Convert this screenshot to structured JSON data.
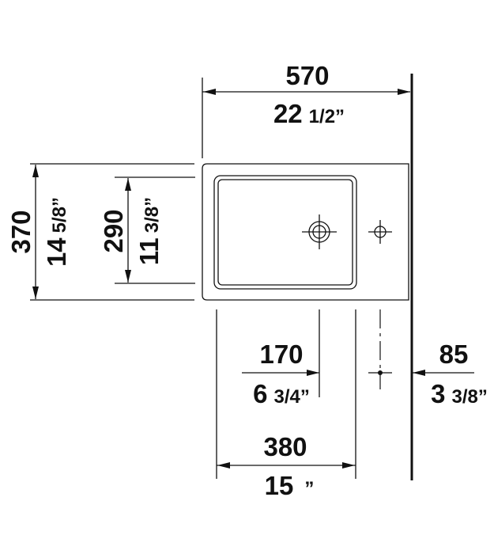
{
  "dimensions": {
    "total_width": {
      "mm": "570",
      "inch_whole": "22",
      "inch_frac": "1/2”"
    },
    "total_depth": {
      "mm": "370",
      "inch_whole": "14",
      "inch_frac": "5/8”"
    },
    "bowl_depth": {
      "mm": "290",
      "inch_whole": "11",
      "inch_frac": "3/8”"
    },
    "tap_offset": {
      "mm": "170",
      "inch_whole": "6",
      "inch_frac": "3/4”"
    },
    "side_offset": {
      "mm": "85",
      "inch_whole": "3",
      "inch_frac": "3/8”"
    },
    "bowl_width": {
      "mm": "380",
      "inch_whole": "15",
      "inch_frac": "”"
    }
  }
}
